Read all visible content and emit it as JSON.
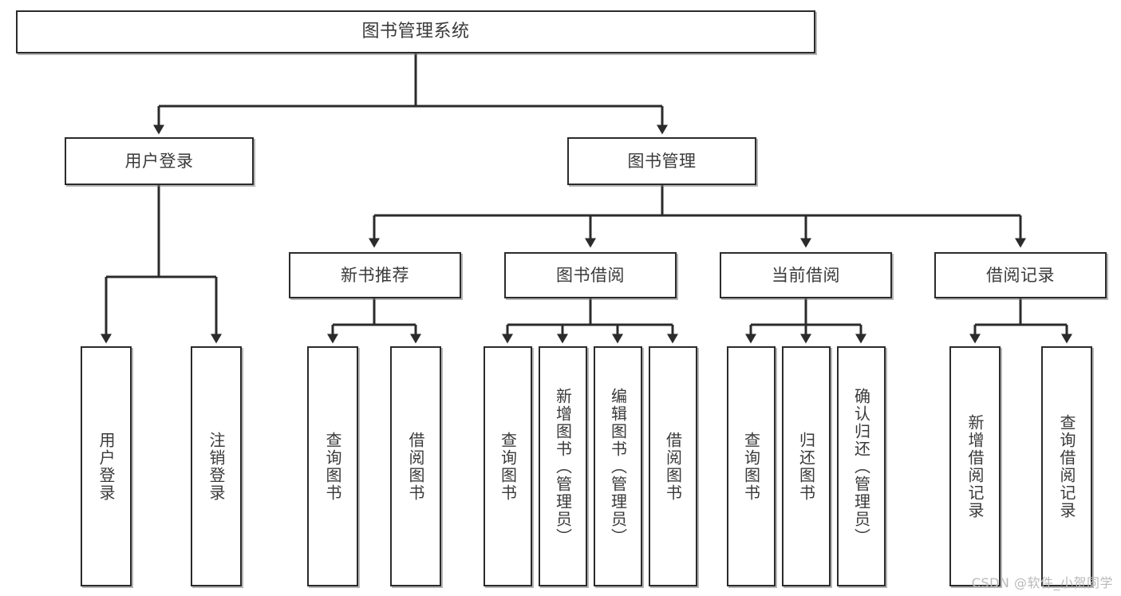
{
  "diagram": {
    "title_node": {
      "id": "root",
      "label": "图书管理系统"
    },
    "level2": [
      {
        "id": "user-login",
        "label": "用户登录"
      },
      {
        "id": "book-manage",
        "label": "图书管理"
      }
    ],
    "level3": [
      {
        "id": "new-book-rec",
        "label": "新书推荐"
      },
      {
        "id": "book-borrow",
        "label": "图书借阅"
      },
      {
        "id": "current-borrow",
        "label": "当前借阅"
      },
      {
        "id": "borrow-record",
        "label": "借阅记录"
      }
    ],
    "leaves": [
      {
        "id": "leaf-user-login",
        "label": "用户登录"
      },
      {
        "id": "leaf-logout-login",
        "label": "注销登录"
      },
      {
        "id": "leaf-query-book-1",
        "label": "查询图书"
      },
      {
        "id": "leaf-borrow-book-1",
        "label": "借阅图书"
      },
      {
        "id": "leaf-query-book-2",
        "label": "查询图书"
      },
      {
        "id": "leaf-add-book",
        "label": "新增图书（管理员）"
      },
      {
        "id": "leaf-edit-book",
        "label": "编辑图书（管理员）"
      },
      {
        "id": "leaf-borrow-book-2",
        "label": "借阅图书"
      },
      {
        "id": "leaf-query-book-3",
        "label": "查询图书"
      },
      {
        "id": "leaf-return-book",
        "label": "归还图书"
      },
      {
        "id": "leaf-confirm-return",
        "label": "确认归还（管理员）"
      },
      {
        "id": "leaf-add-record",
        "label": "新增借阅记录"
      },
      {
        "id": "leaf-query-record",
        "label": "查询借阅记录"
      }
    ],
    "colors": {
      "stroke": "#2b2b2b",
      "box_fill": "#ffffff",
      "text": "#3a3a3a",
      "watermark": "#b9b9b9",
      "background": "#ffffff"
    }
  },
  "watermark": {
    "text": "CSDN @软件_小贺同学"
  }
}
